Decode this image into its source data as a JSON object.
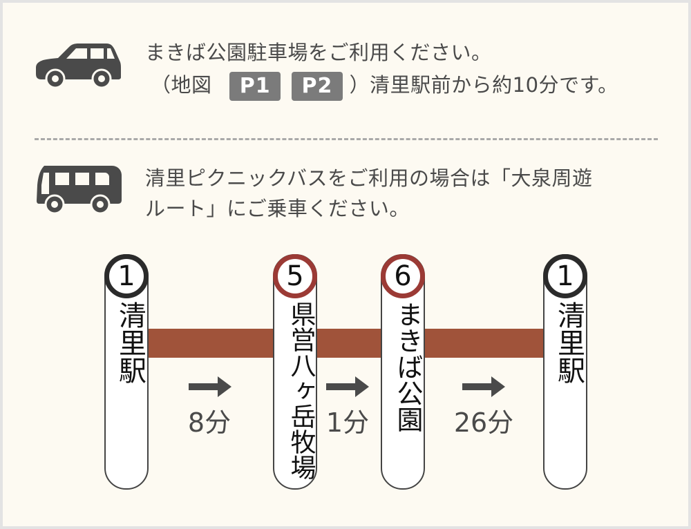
{
  "car_section": {
    "icon": "car-icon",
    "line1": "まきば公園駐車場をご利用ください。",
    "line2_prefix": "（地図",
    "badges": [
      "P1",
      "P2"
    ],
    "line2_suffix": "）清里駅前から約10分です。"
  },
  "bus_section": {
    "icon": "bus-icon",
    "line1": "清里ピクニックバスをご利用の場合は「大泉周遊",
    "line2": "ルート」にご乗車ください。"
  },
  "route": {
    "line_color": "#a0533a",
    "stops": [
      {
        "number": "1",
        "name": "清里駅",
        "ring_color": "#2b2b2b"
      },
      {
        "number": "5",
        "name": "県営八ヶ岳牧場",
        "ring_color": "#9b3a35"
      },
      {
        "number": "6",
        "name": "まきば公園",
        "ring_color": "#9b3a35"
      },
      {
        "number": "1",
        "name": "清里駅",
        "ring_color": "#2b2b2b"
      }
    ],
    "legs": [
      {
        "duration": "8分",
        "icon": "arrow-right-icon"
      },
      {
        "duration": "1分",
        "icon": "arrow-right-icon"
      },
      {
        "duration": "26分",
        "icon": "arrow-right-icon"
      }
    ]
  },
  "colors": {
    "background": "#fdfaf2",
    "frame": "#e3e3e3",
    "text": "#4a4a4a",
    "badge": "#7b7b7b",
    "divider": "#a9a9a9"
  }
}
